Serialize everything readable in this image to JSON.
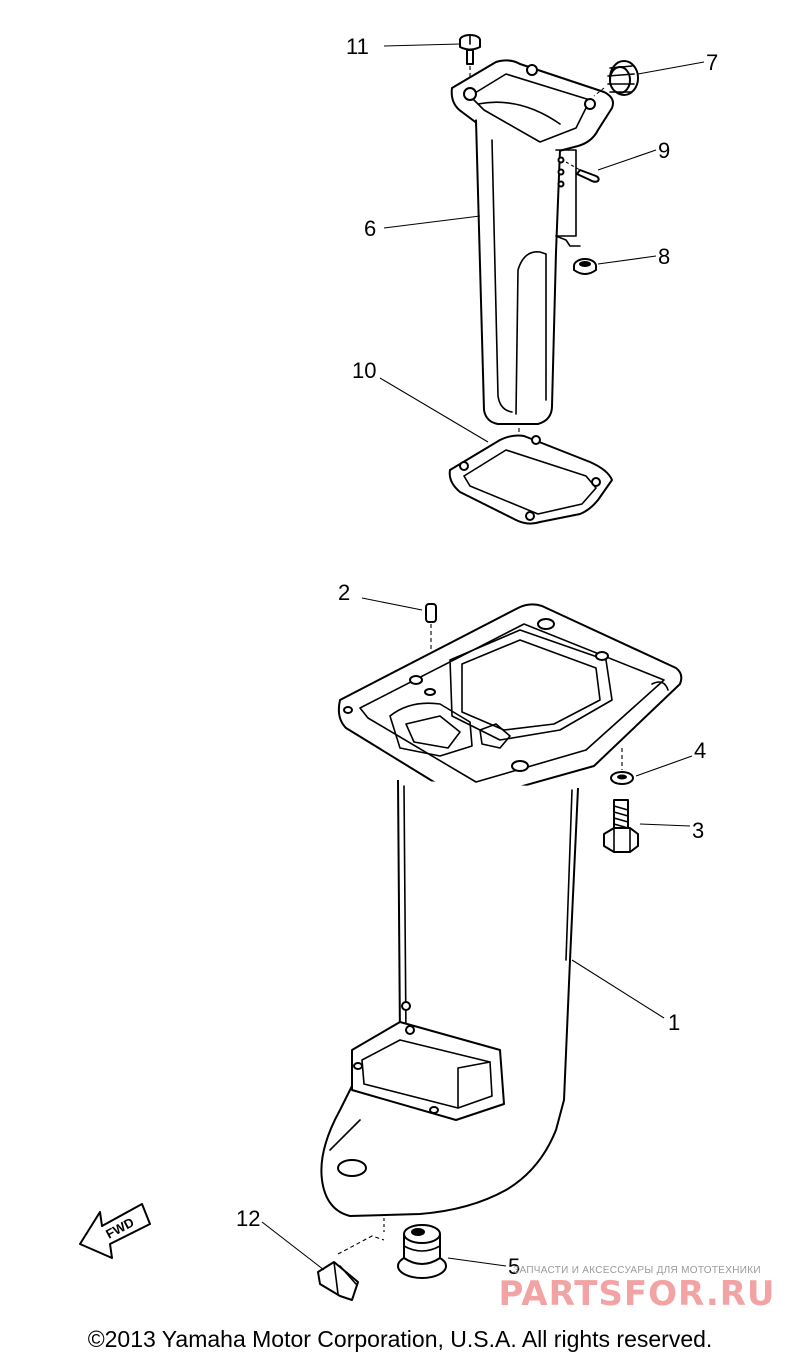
{
  "callouts": [
    "11",
    "7",
    "9",
    "6",
    "8",
    "10",
    "2",
    "4",
    "3",
    "1",
    "12",
    "5"
  ],
  "fwd_label": "FWD",
  "watermark": {
    "tagline": "ЗАПЧАСТИ И АКСЕССУАРЫ ДЛЯ МОТОТЕХНИКИ",
    "brand": "PARTSFOR.RU"
  },
  "copyright": "©2013 Yamaha Motor Corporation, U.S.A. All rights reserved."
}
